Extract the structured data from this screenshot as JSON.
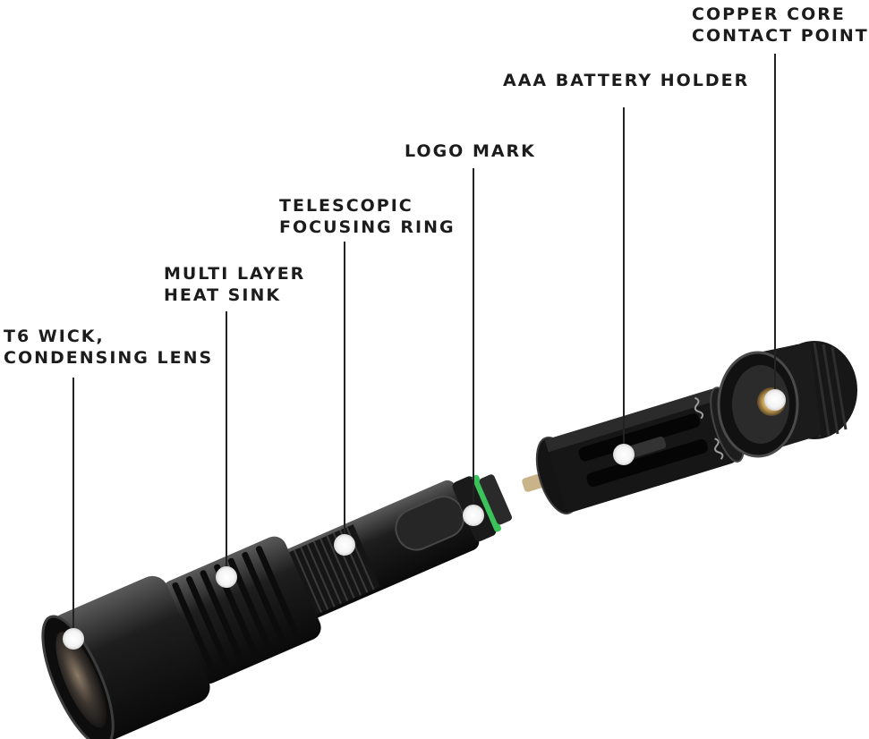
{
  "callouts": [
    {
      "id": "t6-wick",
      "lines": [
        "T6 WICK,",
        "CONDENSING LENS"
      ]
    },
    {
      "id": "heat-sink",
      "lines": [
        "MULTI LAYER",
        "HEAT SINK"
      ]
    },
    {
      "id": "focusing-ring",
      "lines": [
        "TELESCOPIC",
        "FOCUSING RING"
      ]
    },
    {
      "id": "logo-mark",
      "lines": [
        "LOGO MARK"
      ]
    },
    {
      "id": "battery-holder",
      "lines": [
        "AAA BATTERY HOLDER"
      ]
    },
    {
      "id": "copper-core",
      "lines": [
        "COPPER CORE",
        "CONTACT POINT"
      ]
    }
  ],
  "colors": {
    "label_text": "#1c1c1c",
    "leader_line": "#222222",
    "body_black": "#1b1b1b",
    "accent_green": "#3cc25a"
  }
}
